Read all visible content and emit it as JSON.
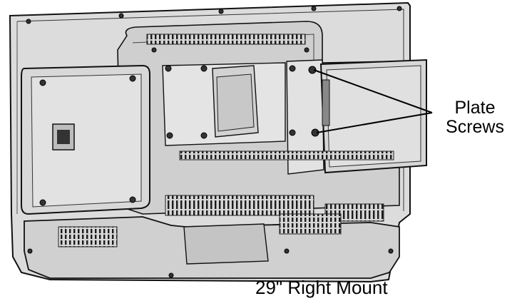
{
  "callout": {
    "line1": "Plate",
    "line2": "Screws"
  },
  "caption": "29\" Right Mount"
}
